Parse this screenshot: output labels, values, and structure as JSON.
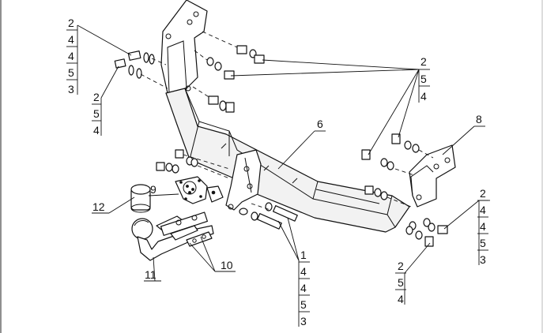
{
  "callouts": {
    "top_left_stack": [
      "2",
      "4",
      "4",
      "5",
      "3"
    ],
    "left_stack": [
      "2",
      "5",
      "4"
    ],
    "right_top_stack": [
      "2",
      "5",
      "4"
    ],
    "right_mid_stack": [
      "2",
      "4",
      "4",
      "5",
      "3"
    ],
    "bottom_right_stack": [
      "2",
      "5",
      "4"
    ],
    "bottom_center_stack": [
      "1",
      "4",
      "4",
      "5",
      "3"
    ],
    "label_6": "6",
    "label_8": "8",
    "label_9": "9",
    "label_10": "10",
    "label_11": "11",
    "label_12": "12"
  }
}
